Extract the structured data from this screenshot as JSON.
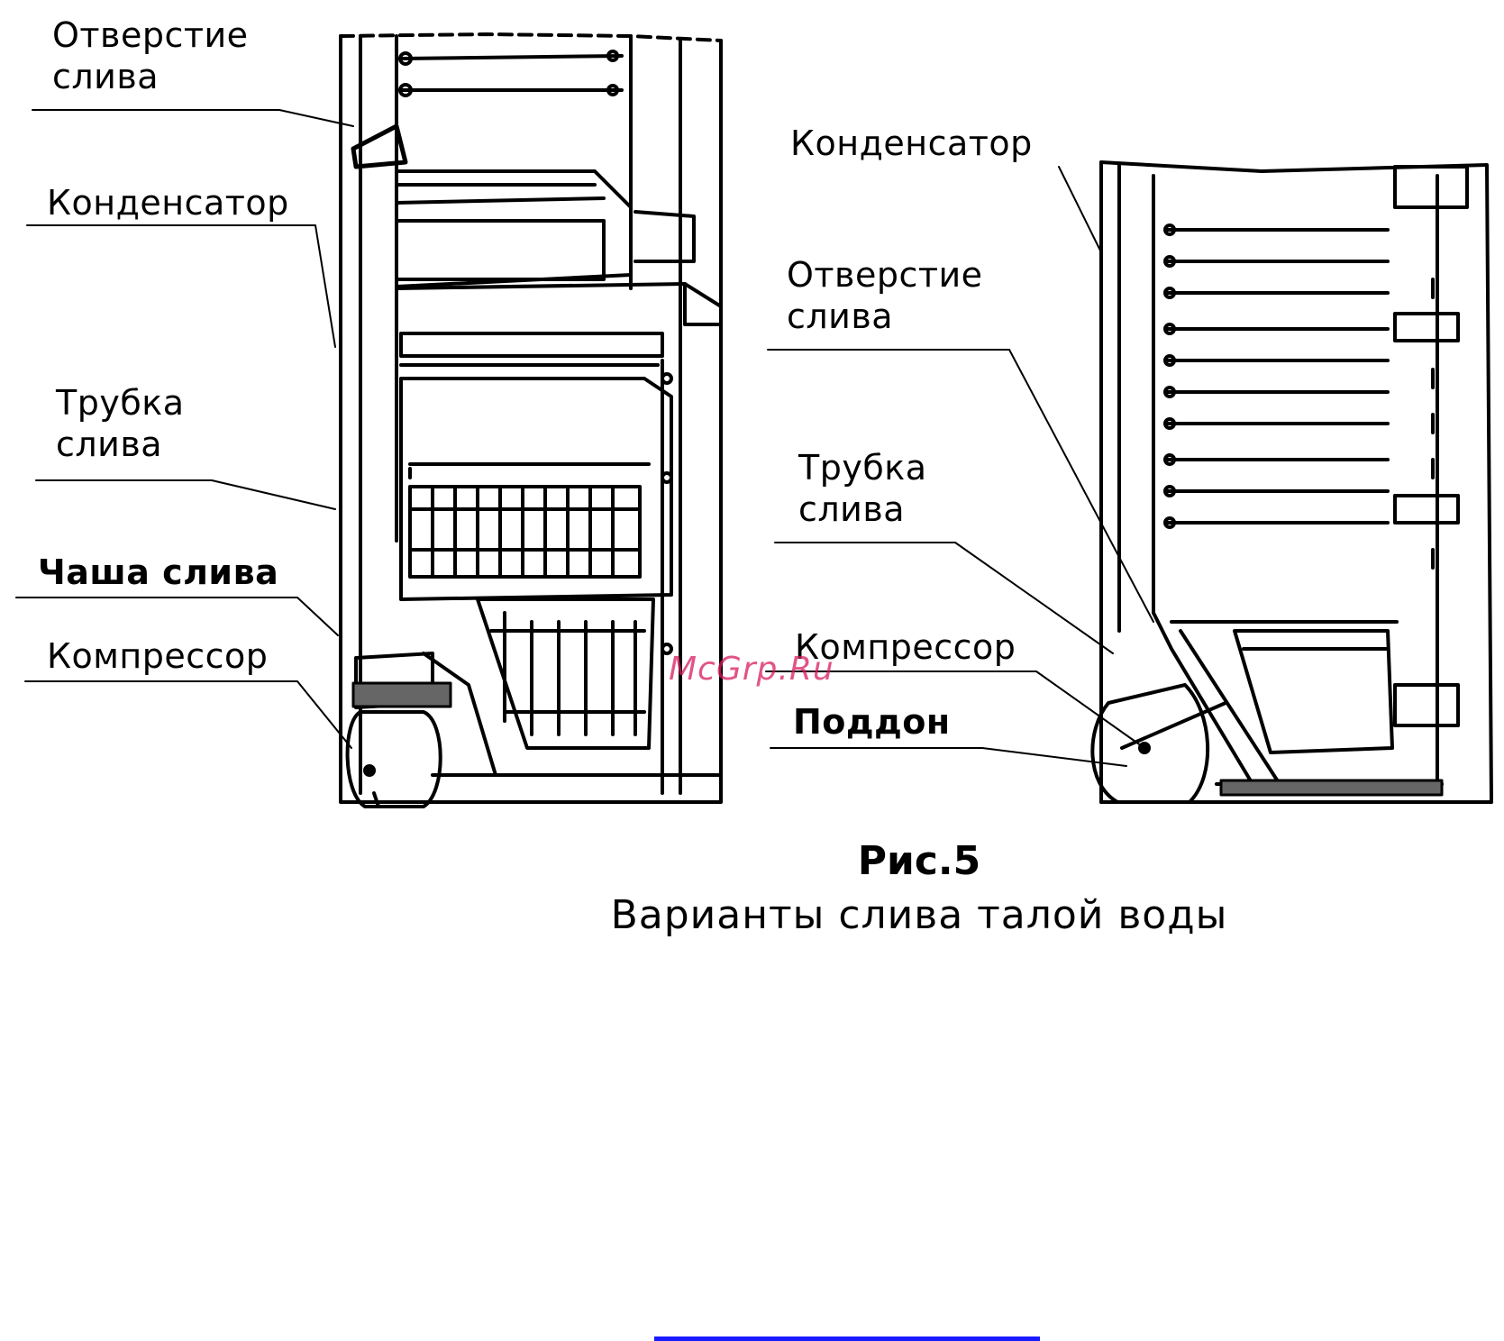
{
  "left": {
    "label_drain_hole": "Отверстие\nслива",
    "label_condenser": "Конденсатор",
    "label_drain_tube": "Трубка\nслива",
    "label_drain_bowl": "Чаша слива",
    "label_compressor": "Компрессор"
  },
  "right": {
    "label_condenser": "Конденсатор",
    "label_drain_hole": "Отверстие\nслива",
    "label_drain_tube": "Трубка\nслива",
    "label_compressor": "Компрессор",
    "label_tray": "Поддон"
  },
  "watermark": "McGrp.Ru",
  "caption": {
    "title": "Рис.5",
    "subtitle": "Варианты слива талой воды"
  },
  "colors": {
    "line": "#000000",
    "fill_gray": "#666666",
    "watermark": "#d81b60",
    "footer_bar": "#1a1aff"
  }
}
